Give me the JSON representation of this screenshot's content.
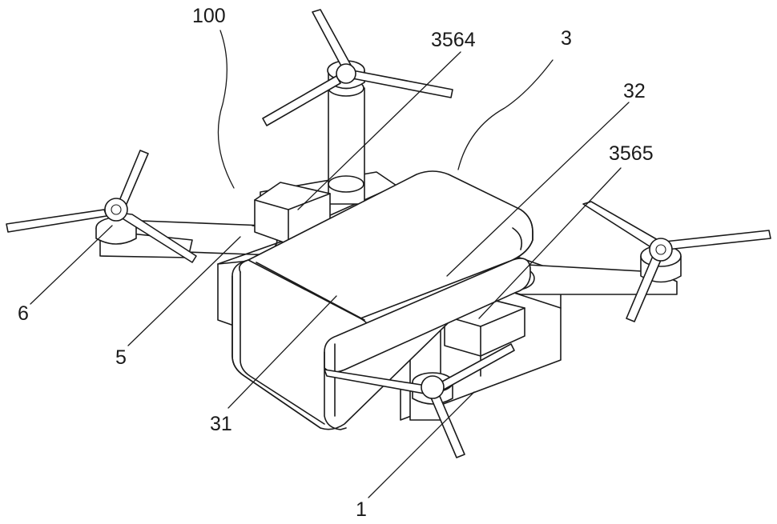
{
  "figure": {
    "labels": {
      "assembly": "100",
      "pod": "3564",
      "body": "3",
      "shell_top": "32",
      "pod_right": "3565",
      "rotor": "6",
      "arm": "5",
      "shell": "31",
      "base": "1"
    },
    "line_color": "#1a1a1a",
    "background": "#ffffff"
  }
}
